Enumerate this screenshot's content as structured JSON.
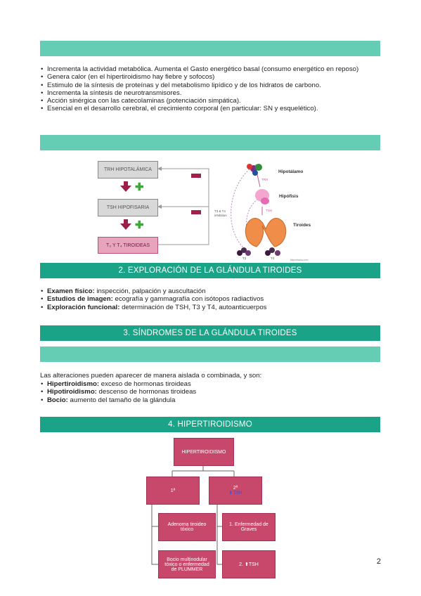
{
  "functions_list": [
    "Incrementa la actividad metabólica. Aumenta el Gasto energético basal (consumo energético en reposo)",
    "Genera calor (en el hipertiroidismo hay fiebre y sofocos)",
    "Estimulo de la síntesis de proteínas y del metabolismo lipídico y de los hidratos de carbono.",
    "Incrementa la síntesis de neurotransmisores.",
    "Acción sinérgica con las catecolaminas (potenciación simpática).",
    "Esencial en el desarrollo cerebral, el crecimiento corporal (en particular: SN y esquelético)."
  ],
  "axis": {
    "box1": "TRH HIPOTALÁMICA",
    "box2": "TSH HIPOFISARIA",
    "box3": "T₃ Y T₄ TIROIDEAS",
    "plus": "✚",
    "feedback_label_1": "T3 & T4",
    "feedback_label_2": "inhibition",
    "trh": "TRH",
    "tsh": "TSH",
    "hipotalamo": "Hipotálamo",
    "hipofisis": "Hipófisis",
    "tiroides": "Tiroides",
    "t3": "T3",
    "t4": "T4",
    "credit": "kikpediatría.com"
  },
  "sections": {
    "s2": "2. EXPLORACIÓN DE LA GLÁNDULA TIROIDES",
    "s3": "3. SÍNDROMES DE LA GLÁNDULA TIROIDES",
    "s4": "4. HIPERTIROIDISMO"
  },
  "exploration": [
    {
      "term": "Examen físico:",
      "text": " inspección, palpación y auscultación"
    },
    {
      "term": "Estudios de imagen:",
      "text": " ecografía y gammagrafía con isótopos radiactivos"
    },
    {
      "term": "Exploración funcional:",
      "text": " determinación de TSH, T3 y T4, autoanticuerpos"
    }
  ],
  "syndromes_intro": "Las alteraciones pueden aparecer de manera aislada o combinada, y son:",
  "syndromes": [
    {
      "term": "Hipertiroidismo:",
      "text": " exceso de hormonas tiroideas"
    },
    {
      "term": "Hipotiroidismo:",
      "text": " descenso de hormonas tiroideas"
    },
    {
      "term": "Bocio:",
      "text": " aumento del tamaño de la glándula"
    }
  ],
  "org": {
    "root": "HIPERTIROIDISMO",
    "primary": "1ª",
    "secondary": "2ª",
    "secondary_note": "⬆ TSH",
    "p1": "Adenoma tiroideo tóxico",
    "p2": "Bocio multinodular tóxico o enfermedad de PLUMMER",
    "s1": "1. Enfermedad de Graves",
    "s2": "2. ⬆TSH"
  },
  "page_number": "2",
  "colors": {
    "band_light": "#66cdb5",
    "band_dark": "#1aa386",
    "org_pink": "#c8486b"
  }
}
